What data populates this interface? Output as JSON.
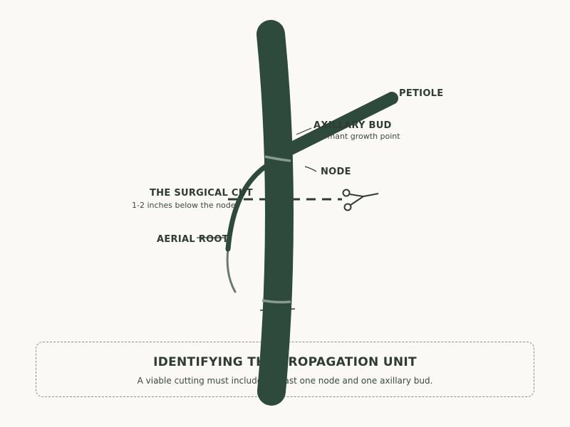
{
  "labels": {
    "petiole": "PETIOLE",
    "axillary_bud": "AXILLARY BUD",
    "axillary_bud_note": "Dormant growth point",
    "node": "NODE",
    "surgical_cut": "THE SURGICAL CUT",
    "surgical_cut_note": "1-2 inches below the node",
    "aerial_root": "AERIAL ROOT"
  },
  "info": {
    "title": "IDENTIFYING THE PROPAGATION UNIT",
    "subtitle": "A viable cutting must include at least one node and one axillary bud."
  },
  "colors": {
    "stem": "#2d4a3c",
    "node_ring": "#8a9a90",
    "root_tip": "#6b7b72",
    "ink": "#2f3b35",
    "background": "#faf9f5"
  },
  "icons": {
    "cut_tool": "scissors-icon"
  }
}
